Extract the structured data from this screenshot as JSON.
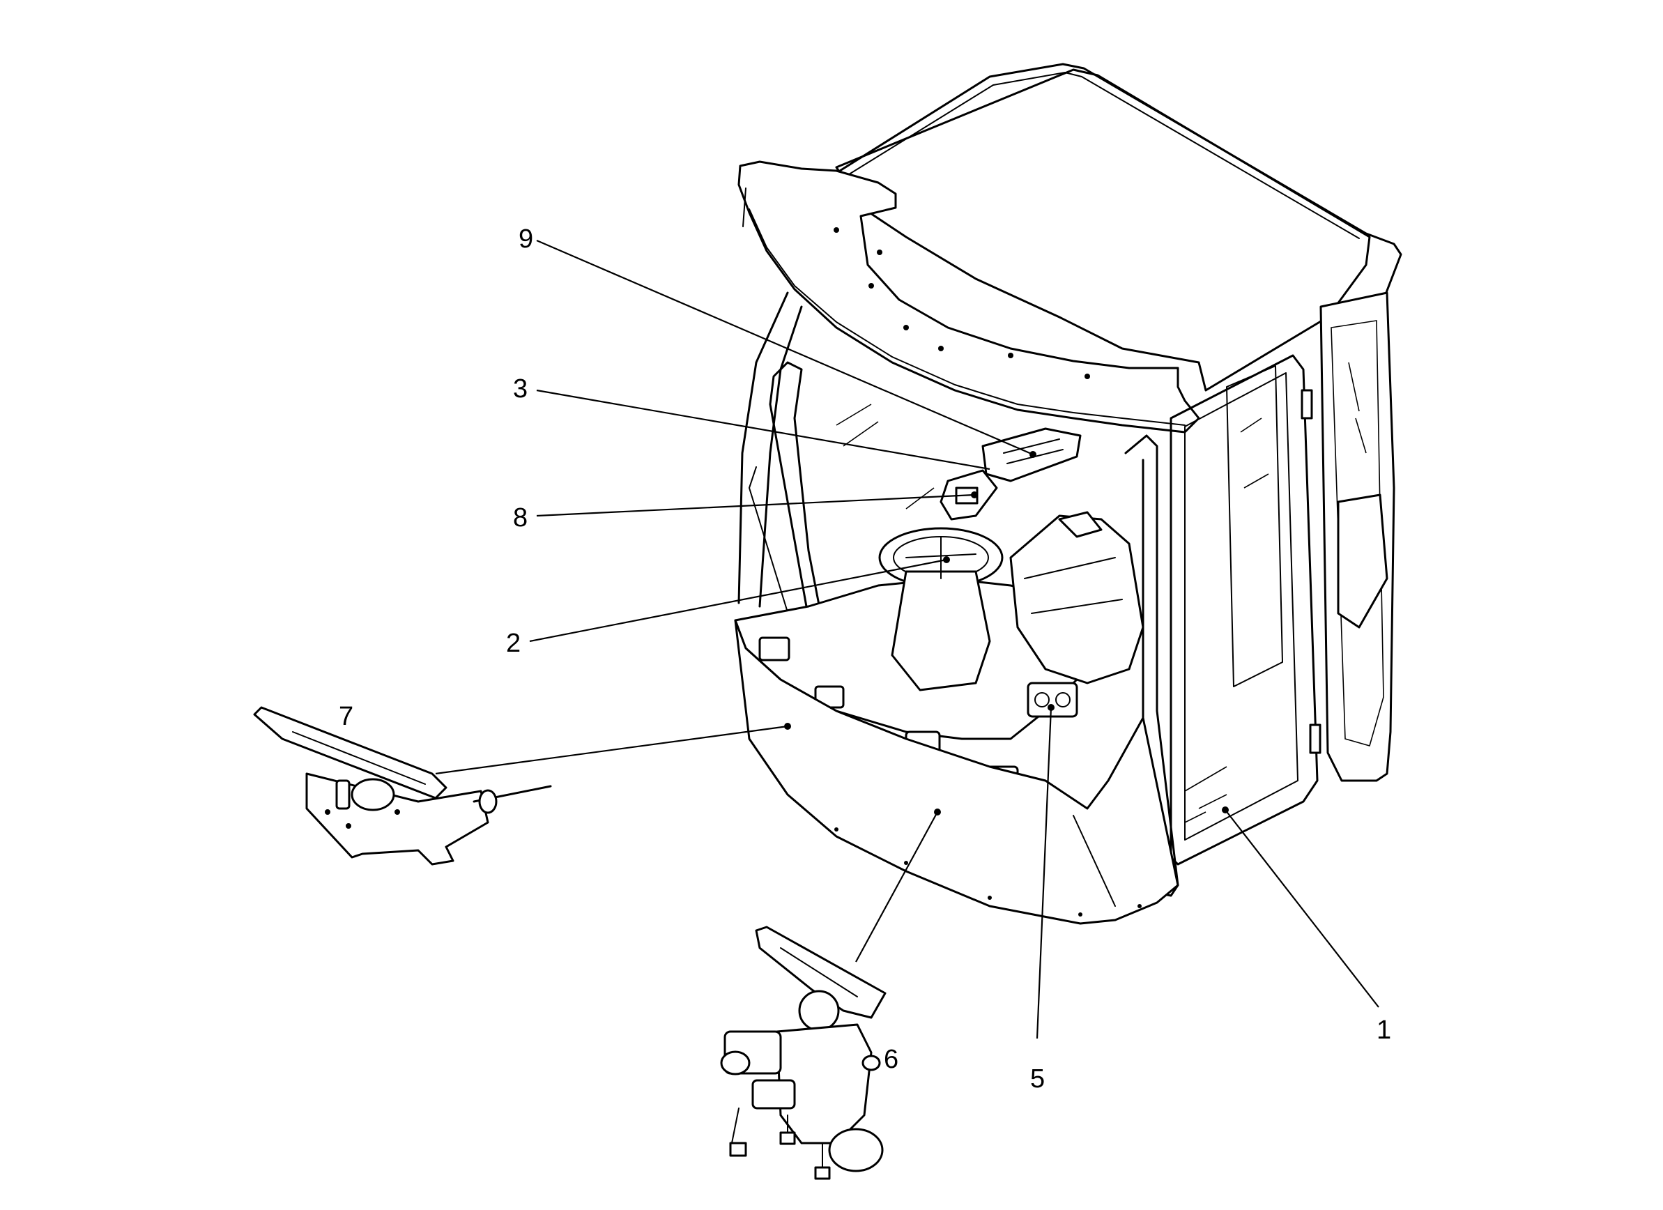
{
  "callouts": [
    {
      "id": "callout-1",
      "label": "1"
    },
    {
      "id": "callout-2",
      "label": "2"
    },
    {
      "id": "callout-3",
      "label": "3"
    },
    {
      "id": "callout-5",
      "label": "5"
    },
    {
      "id": "callout-6",
      "label": "6"
    },
    {
      "id": "callout-7",
      "label": "7"
    },
    {
      "id": "callout-8",
      "label": "8"
    },
    {
      "id": "callout-9",
      "label": "9"
    }
  ]
}
